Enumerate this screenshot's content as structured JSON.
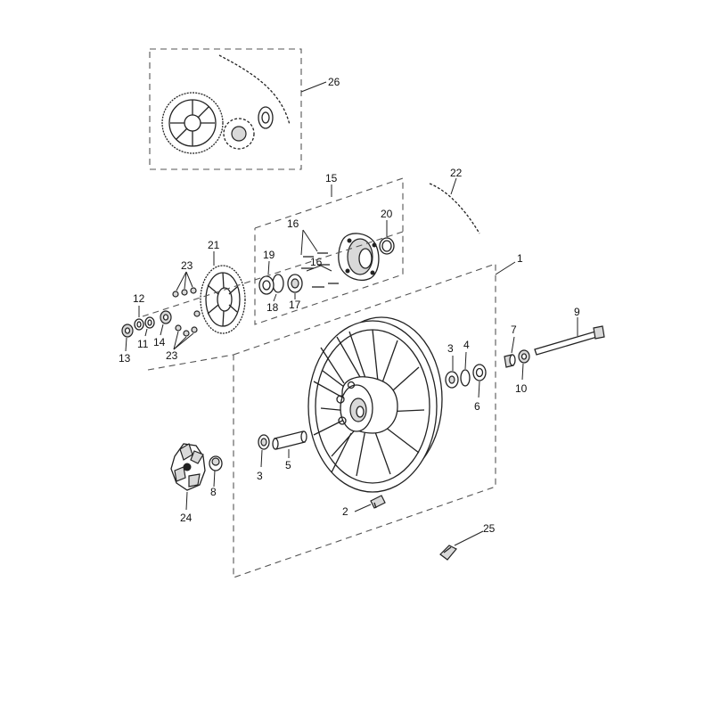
{
  "callouts": {
    "c1": "1",
    "c2": "2",
    "c3a": "3",
    "c3b": "3",
    "c4": "4",
    "c5": "5",
    "c6": "6",
    "c7": "7",
    "c8": "8",
    "c9": "9",
    "c10": "10",
    "c11": "11",
    "c12": "12",
    "c13": "13",
    "c14": "14",
    "c15": "15",
    "c16a": "16",
    "c16b": "16",
    "c17": "17",
    "c18": "18",
    "c19": "19",
    "c20": "20",
    "c21": "21",
    "c22": "22",
    "c23a": "23",
    "c23b": "23",
    "c24": "24",
    "c25": "25",
    "c26": "26"
  }
}
